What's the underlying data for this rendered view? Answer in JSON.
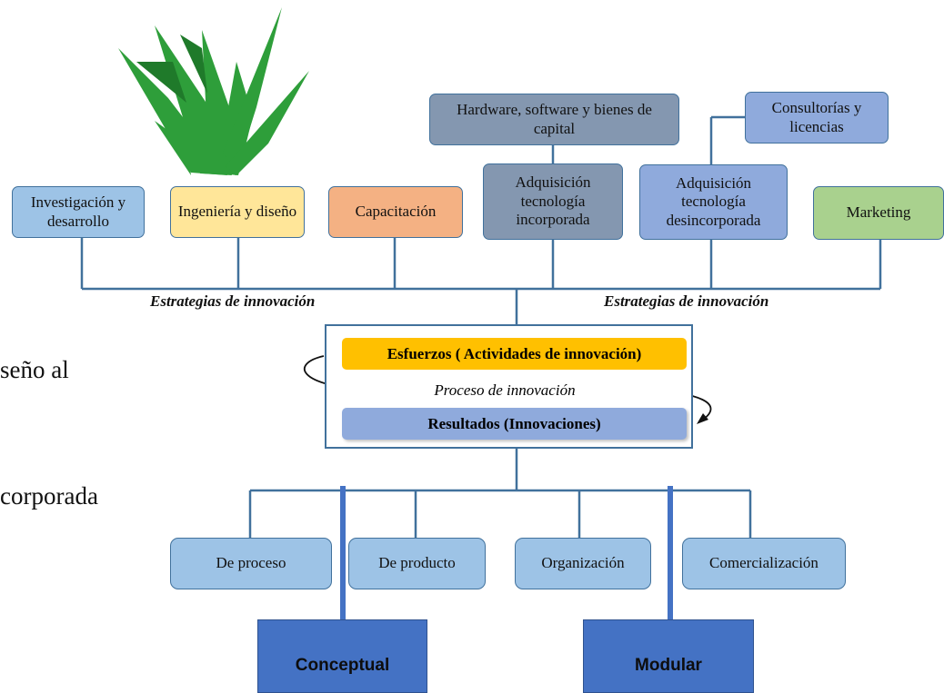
{
  "side_text": {
    "line1": "seño al",
    "line2": "corporada"
  },
  "top_boxes": {
    "hardware": "Hardware, software y bienes de capital",
    "consultorias": "Consultorías y licencias"
  },
  "strategy_boxes": {
    "investigacion": "Investigación y desarrollo",
    "ingenieria": "Ingeniería y diseño",
    "capacitacion": "Capacitación",
    "adq_incorporada": "Adquisición tecnología incorporada",
    "adq_desincorporada": "Adquisición tecnología desincorporada",
    "marketing": "Marketing"
  },
  "strategy_labels": {
    "left": "Estrategias de innovación",
    "right": "Estrategias de innovación"
  },
  "center": {
    "efforts": "Esfuerzos ( Actividades de innovación)",
    "process": "Proceso de innovación",
    "results": "Resultados (Innovaciones)"
  },
  "outcome_boxes": {
    "proceso": "De proceso",
    "producto": "De producto",
    "organizacion": "Organización",
    "comercializacion": "Comercialización"
  },
  "bottom_boxes": {
    "conceptual": "Conceptual",
    "modular": "Modular"
  },
  "colors": {
    "connector": "#41719c",
    "effort_fill": "#ffc000",
    "results_fill": "#8faadc",
    "bottom_fill": "#4472c4",
    "logo_green": "#2e9e3a"
  }
}
